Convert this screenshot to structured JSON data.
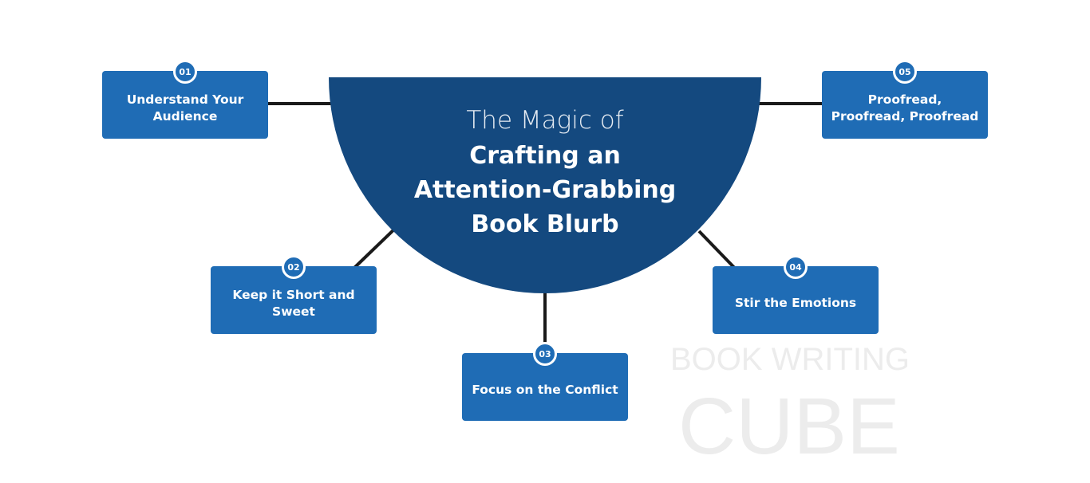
{
  "title": {
    "line1": "The Magic of",
    "line2": "Crafting an",
    "line3": "Attention-Grabbing",
    "line4": "Book Blurb"
  },
  "watermark": {
    "text1": "BOOK WRITING",
    "text2": "CUBE"
  },
  "steps": [
    {
      "number": "01",
      "label": "Understand Your Audience"
    },
    {
      "number": "02",
      "label": "Keep it Short and Sweet"
    },
    {
      "number": "03",
      "label": "Focus on the Conflict"
    },
    {
      "number": "04",
      "label": "Stir the Emotions"
    },
    {
      "number": "05",
      "label": "Proofread, Proofread, Proofread"
    }
  ],
  "colors": {
    "center": "#14497f",
    "box": "#1f6cb5",
    "connector": "#1a1a1a"
  }
}
